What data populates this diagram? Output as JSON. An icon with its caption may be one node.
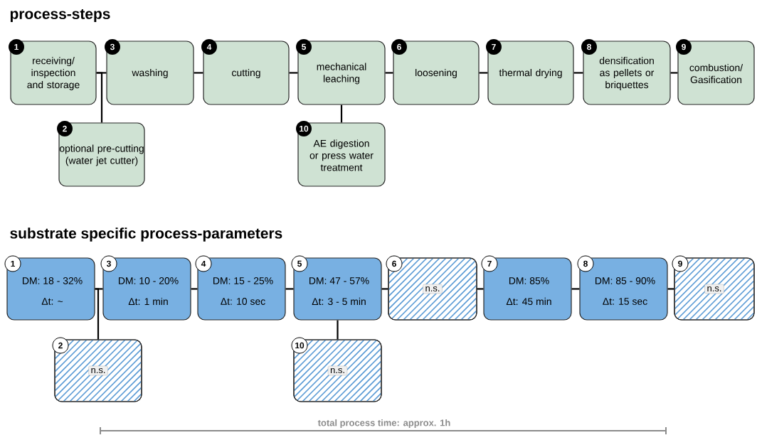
{
  "diagram": {
    "title": "process-steps",
    "nodes": [
      {
        "text": [
          "1",
          "receiving/ inspection and storage"
        ]
      },
      {
        "text": [
          "2",
          "optional pre-cutting (water jet cutter)"
        ]
      },
      {
        "text": [
          "3",
          "washing"
        ]
      },
      {
        "text": [
          "4",
          "cutting"
        ]
      },
      {
        "text": [
          "5",
          "mechanical leaching"
        ]
      },
      {
        "text": [
          "6",
          "loosening"
        ]
      },
      {
        "text": [
          "7",
          "thermal drying"
        ]
      },
      {
        "text": [
          "8",
          "densification as pellets or briquettes"
        ]
      },
      {
        "text": [
          "9",
          "combustion/ Gasification"
        ]
      },
      {
        "text": [
          "10",
          "AE digestion or press water treatment"
        ]
      },
      {
        "text": [
          "1",
          "DM: 18 - 32%",
          "Δt: ~"
        ]
      },
      {
        "text": [
          "2",
          "n.s."
        ]
      },
      {
        "text": [
          "3",
          "DM: 10 - 20%",
          "Δt: 1 min"
        ]
      },
      {
        "text": [
          "4",
          "DM: 15 - 25%",
          "Δt: 10 sec"
        ]
      },
      {
        "text": [
          "5",
          "DM: 47 - 57%",
          "Δt: 3 - 5 min"
        ]
      },
      {
        "text": [
          "6",
          "n.s."
        ]
      },
      {
        "text": [
          "7",
          "DM: 85%",
          "Δt: 45 min"
        ]
      },
      {
        "text": [
          "8",
          "DM: 85 - 90%",
          "Δt: 15 sec"
        ]
      },
      {
        "text": [
          "9",
          "n.s."
        ]
      },
      {
        "text": [
          "10",
          "n.s."
        ]
      }
    ],
    "edges": [
      {
        "from": 0,
        "to": 2,
        "arrow": "none"
      },
      {
        "from": 0,
        "to": 1,
        "arrow": "none"
      },
      {
        "from": 2,
        "to": 3,
        "arrow": "none"
      },
      {
        "from": 3,
        "to": 4,
        "arrow": "none"
      },
      {
        "from": 4,
        "to": 5,
        "arrow": "none"
      },
      {
        "from": 4,
        "to": 9,
        "arrow": "none"
      },
      {
        "from": 5,
        "to": 6,
        "arrow": "none"
      },
      {
        "from": 6,
        "to": 7,
        "arrow": "none"
      },
      {
        "from": 7,
        "to": 8,
        "arrow": "none"
      },
      {
        "from": 10,
        "to": 12,
        "arrow": "none"
      },
      {
        "from": 10,
        "to": 11,
        "arrow": "none"
      },
      {
        "from": 12,
        "to": 13,
        "arrow": "none"
      },
      {
        "from": 13,
        "to": 14,
        "arrow": "none"
      },
      {
        "from": 14,
        "to": 15,
        "arrow": "none"
      },
      {
        "from": 14,
        "to": 19,
        "arrow": "none"
      },
      {
        "from": 15,
        "to": 16,
        "arrow": "none"
      },
      {
        "from": 16,
        "to": 17,
        "arrow": "none"
      },
      {
        "from": 17,
        "to": 18,
        "arrow": "none"
      }
    ],
    "labels": [
      "substrate specific process-parameters",
      "total process time: approx. 1h"
    ]
  }
}
